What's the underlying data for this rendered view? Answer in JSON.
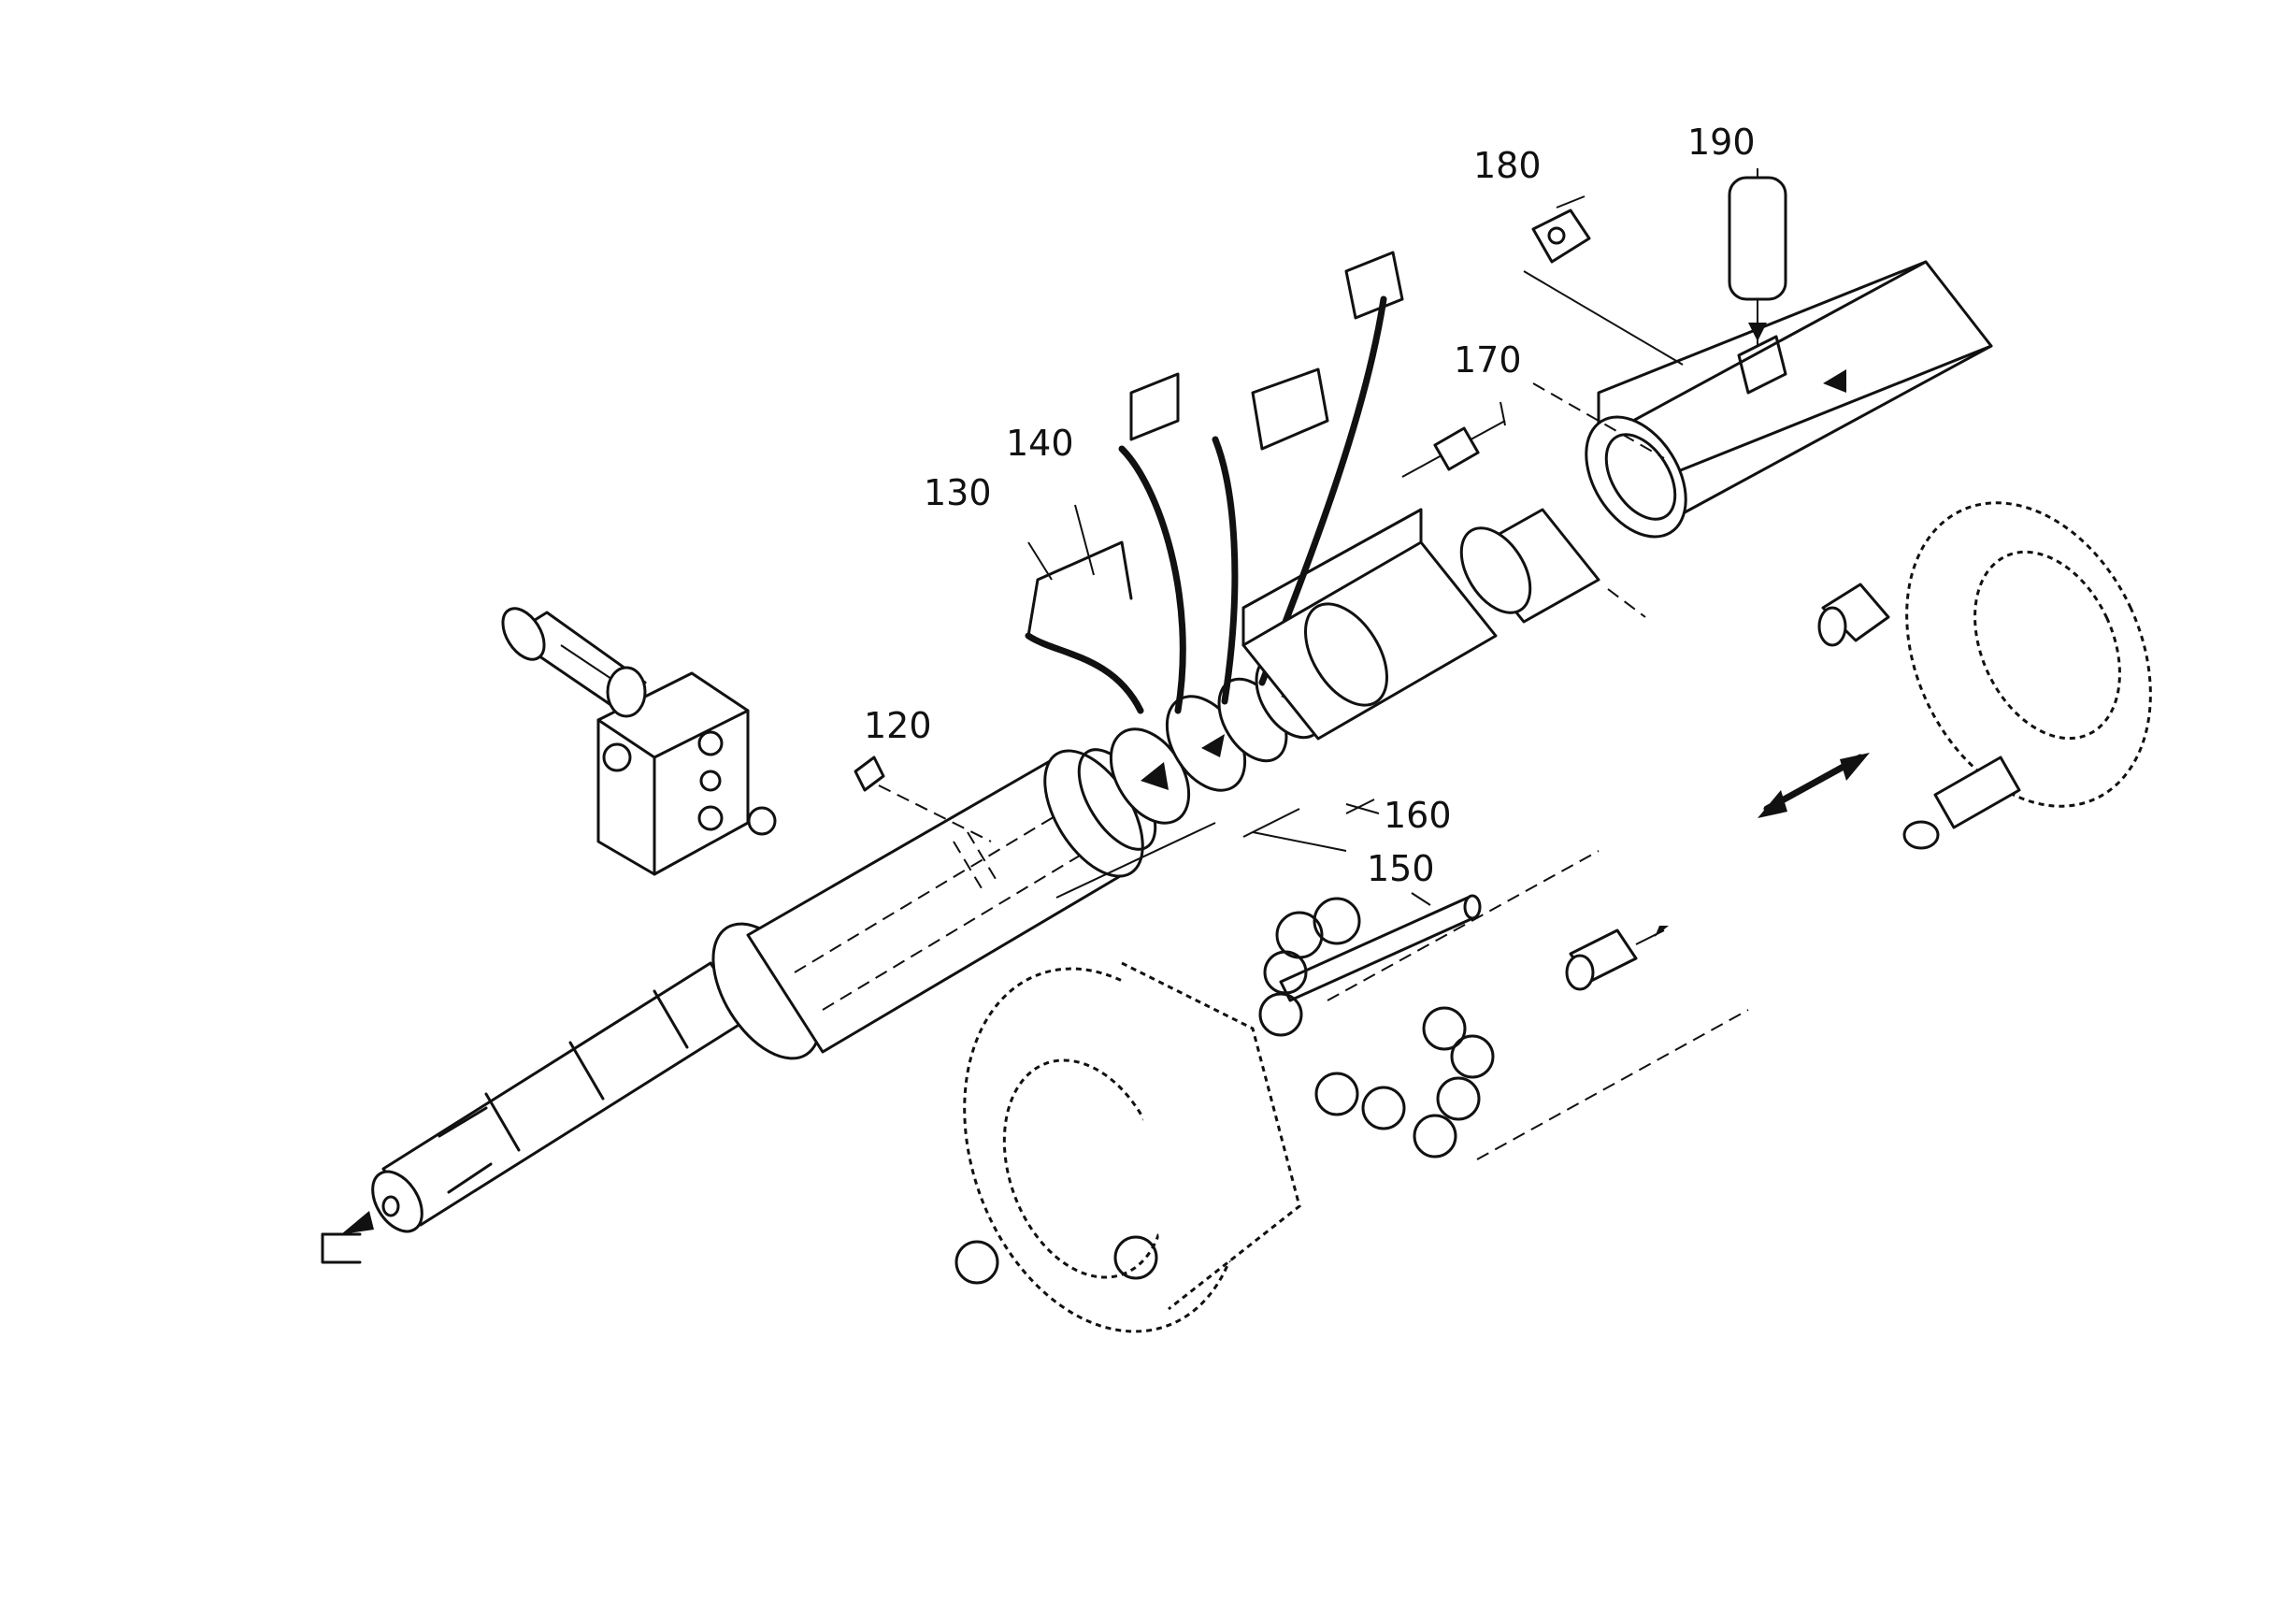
{
  "callouts": {
    "c120": "120",
    "c130": "130",
    "c140": "140",
    "c150": "150",
    "c160": "160",
    "c170": "170",
    "c180": "180",
    "c190": "190"
  }
}
